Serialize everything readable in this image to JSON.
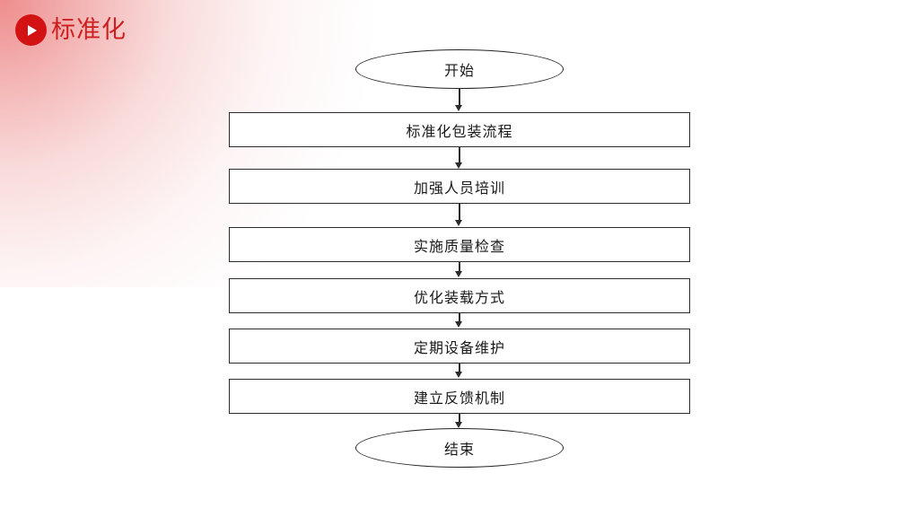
{
  "slide": {
    "header": {
      "title": "标准化",
      "badge_icon": "play-triangle-icon",
      "accent_color": "#cc2020",
      "badge_color": "#d31313"
    },
    "background": {
      "base_color": "#ffffff",
      "corner_glow_color": "#e44646"
    }
  },
  "flowchart": {
    "type": "vertical-process-flow",
    "border_color": "#2b2b2b",
    "text_color": "#1a1a1a",
    "nodes": [
      {
        "id": "start",
        "shape": "terminator",
        "label": "开始"
      },
      {
        "id": "step-1",
        "shape": "process",
        "label": "标准化包装流程"
      },
      {
        "id": "step-2",
        "shape": "process",
        "label": "加强人员培训"
      },
      {
        "id": "step-3",
        "shape": "process",
        "label": "实施质量检查"
      },
      {
        "id": "step-4",
        "shape": "process",
        "label": "优化装载方式"
      },
      {
        "id": "step-5",
        "shape": "process",
        "label": "定期设备维护"
      },
      {
        "id": "step-6",
        "shape": "process",
        "label": "建立反馈机制"
      },
      {
        "id": "end",
        "shape": "terminator",
        "label": "结束"
      }
    ],
    "edges": [
      {
        "from": "start",
        "to": "step-1"
      },
      {
        "from": "step-1",
        "to": "step-2"
      },
      {
        "from": "step-2",
        "to": "step-3"
      },
      {
        "from": "step-3",
        "to": "step-4"
      },
      {
        "from": "step-4",
        "to": "step-5"
      },
      {
        "from": "step-5",
        "to": "step-6"
      },
      {
        "from": "step-6",
        "to": "end"
      }
    ]
  }
}
